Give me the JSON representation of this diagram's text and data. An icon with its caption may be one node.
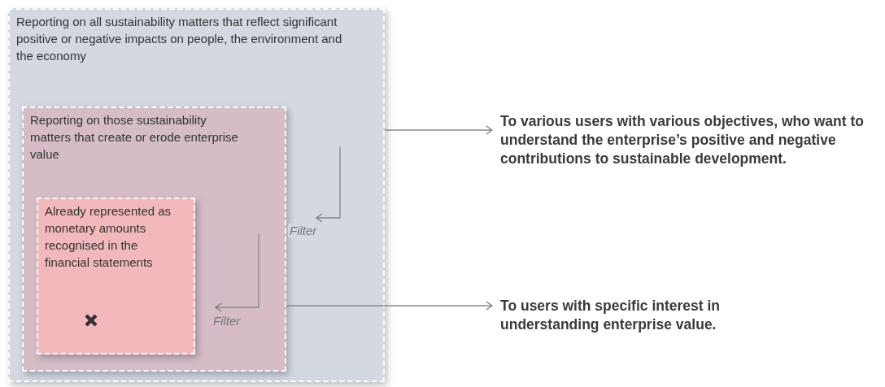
{
  "diagram": {
    "nodes": [
      {
        "text": [
          "Reporting on all sustainability matters that reflect significant positive or negative impacts on people, the environment and the economy"
        ]
      },
      {
        "text": [
          "Reporting on those sustainability matters that create or erode enterprise value"
        ],
        "in": 0
      },
      {
        "text": [
          "Already represented as monetary amounts recognised in the financial statements"
        ],
        "in": 1
      },
      {
        "text": [
          "To various users with various objectives, who want to understand the enterprise’s positive and negative contributions to sustainable development."
        ]
      },
      {
        "text": [
          "To users with specific interest in understanding enterprise value."
        ]
      }
    ],
    "edges": [
      {
        "from": 0,
        "to": 3,
        "arrow": "to"
      },
      {
        "from": 1,
        "to": 4,
        "arrow": "to"
      },
      {
        "from": 0,
        "to": 1,
        "arrow": "to",
        "label": "Filter"
      },
      {
        "from": 1,
        "to": 2,
        "arrow": "to",
        "label": "Filter"
      }
    ]
  }
}
